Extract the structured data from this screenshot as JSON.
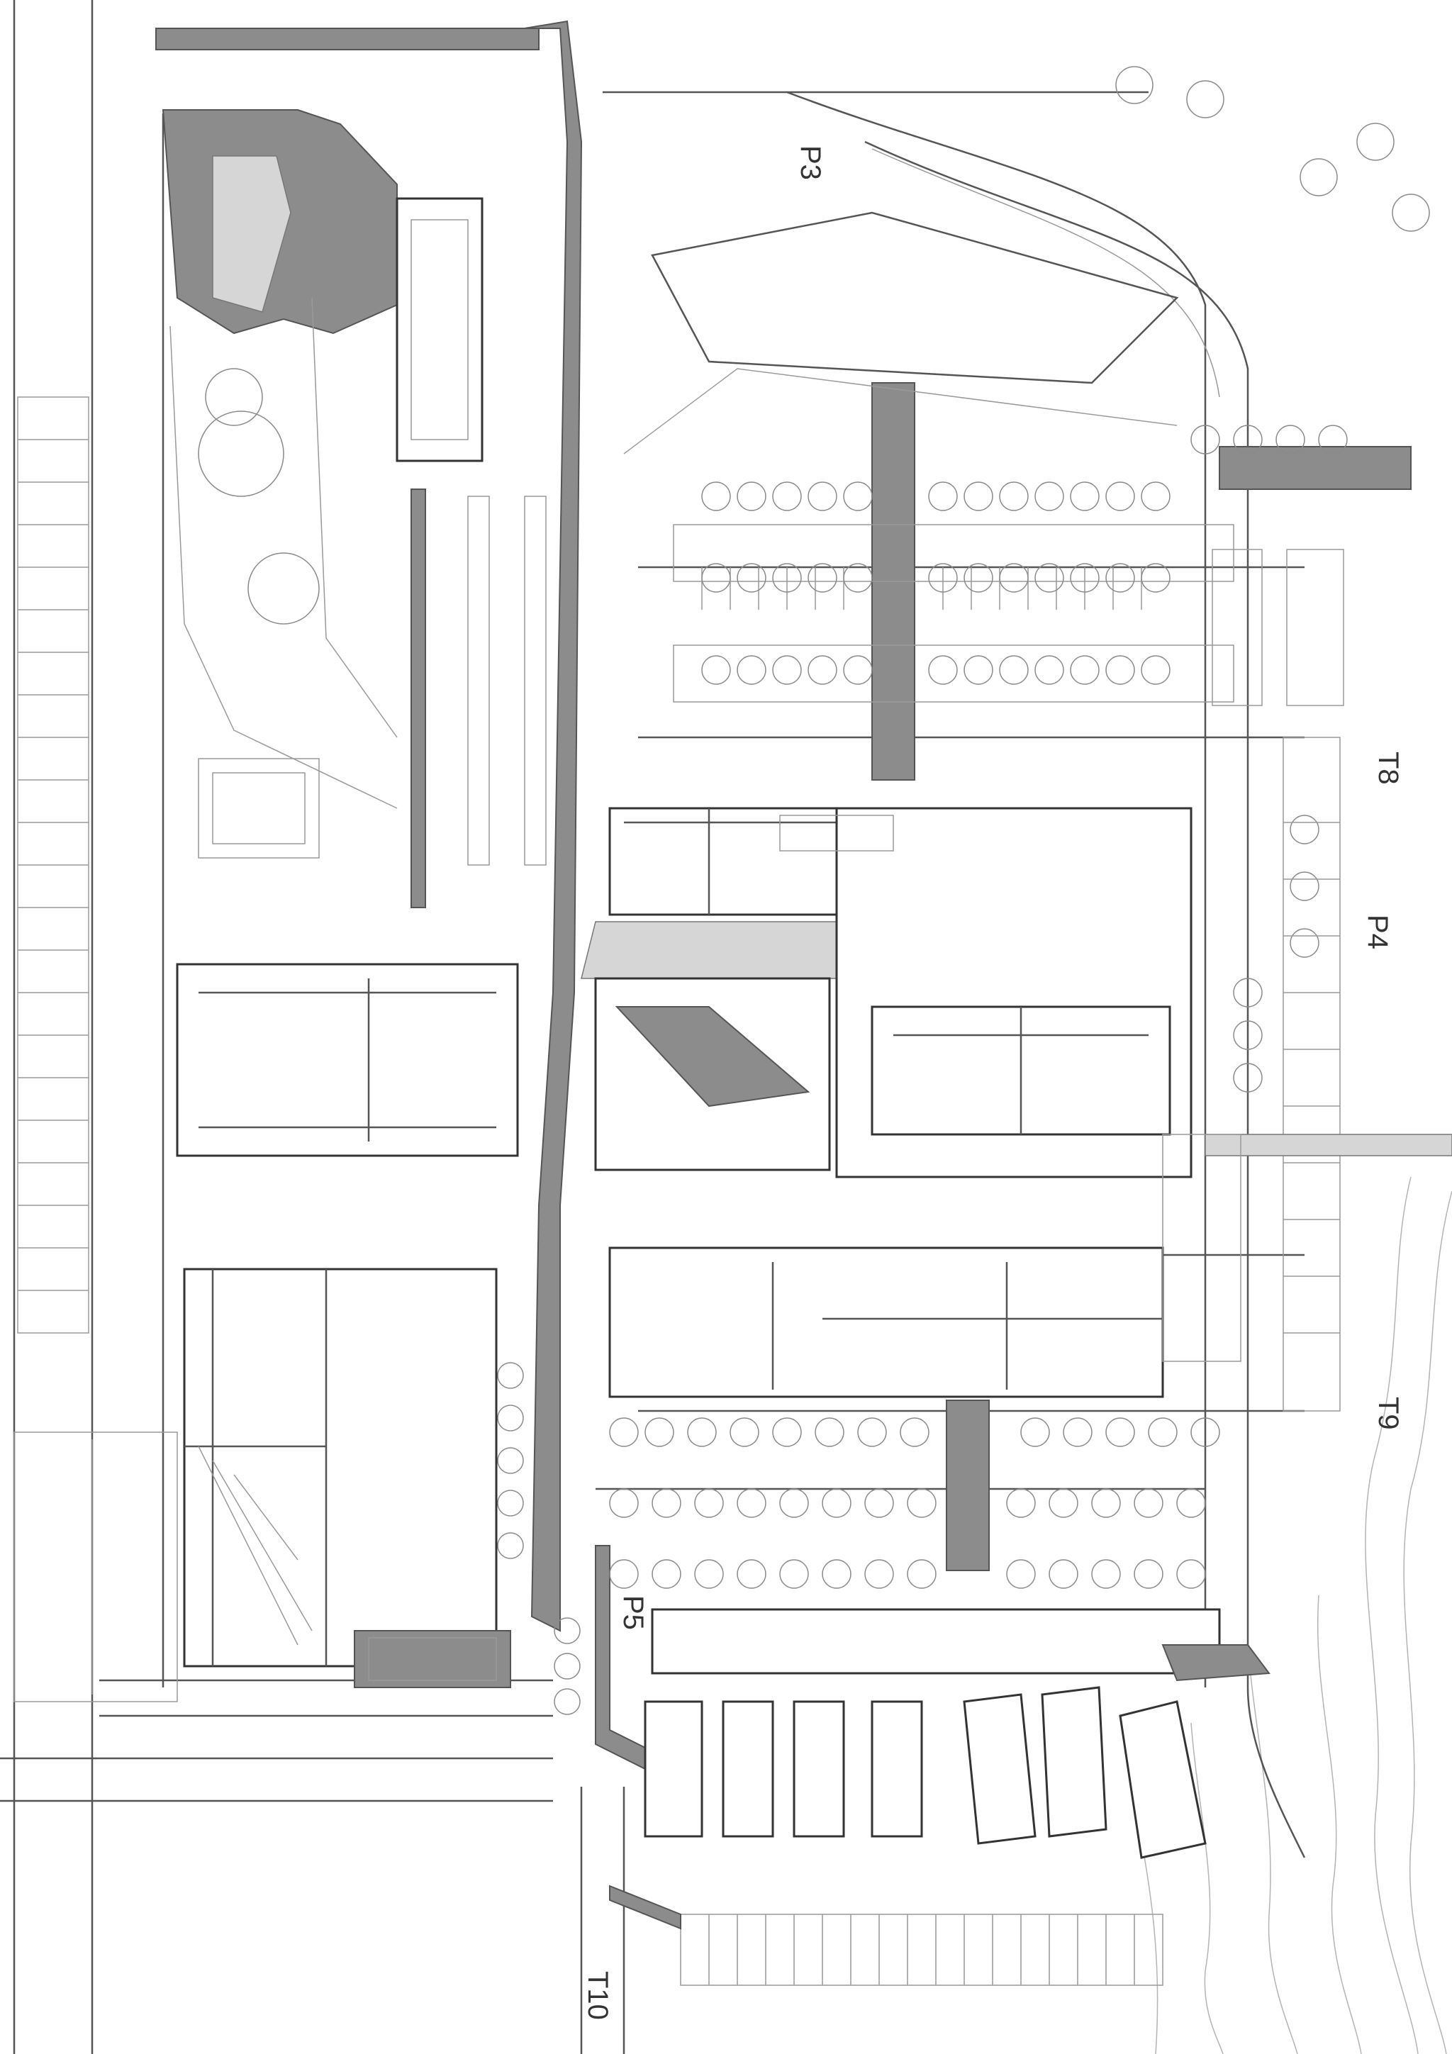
{
  "labels": {
    "l_t8": "T8",
    "l_t9": "T9",
    "l_t10": "T10",
    "l_p3": "P3",
    "l_p4": "P4",
    "l_p5": "P5"
  },
  "colors": {
    "background": "#ffffff",
    "linework": "#333333",
    "hatch": "#8c8c8c",
    "light_fill": "#d6d6d6",
    "tree": "#8a8a8a"
  }
}
